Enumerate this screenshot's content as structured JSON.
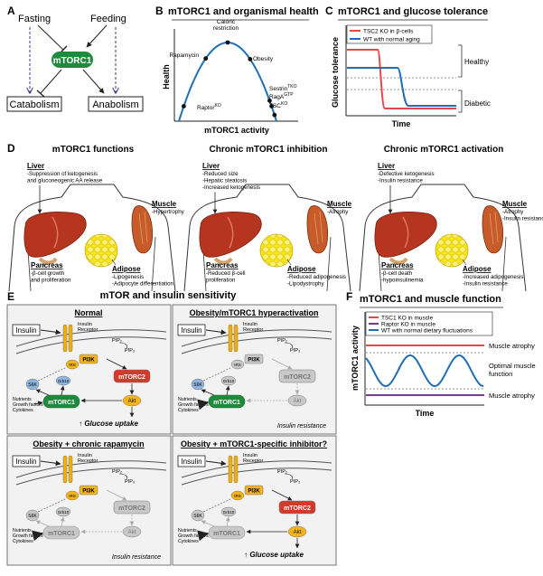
{
  "panelA": {
    "letter": "A",
    "fasting": "Fasting",
    "feeding": "Feeding",
    "mtorc1": "mTORC1",
    "catabolism": "Catabolism",
    "anabolism": "Anabolism",
    "color_mtorc1": "#1f8a3c"
  },
  "panelB": {
    "letter": "B",
    "title": "mTORC1 and organismal health",
    "ylabel": "Health",
    "xlabel": "mTORC1 activity",
    "points": [
      {
        "label": "Caloric",
        "label2": "restriction"
      },
      {
        "label": "Rapamycin"
      },
      {
        "label": "Obesity"
      },
      {
        "label": "Sestrin",
        "sup": "TKO"
      },
      {
        "label": "RagA",
        "sup": "GTP"
      },
      {
        "label": "TSC",
        "sup": "KO"
      },
      {
        "label": "Raptor",
        "sup": "KO"
      }
    ],
    "curve_color": "#1f6fb5"
  },
  "panelC": {
    "letter": "C",
    "title": "mTORC1 and glucose tolerance",
    "legend": [
      {
        "label": "TSC2 KO in β-cells",
        "color": "#e8474b"
      },
      {
        "label": "WT with normal aging",
        "color": "#1f6fb5"
      }
    ],
    "ylabel": "Glucose tolerance",
    "xlabel": "Time",
    "healthy": "Healthy",
    "diabetic": "Diabetic"
  },
  "panelD": {
    "letter": "D",
    "columns": [
      {
        "title": "mTORC1 functions",
        "liver_title": "Liver",
        "liver_lines": [
          "-Suppression of ketogenesis",
          "and gluconeogenic AA release"
        ],
        "muscle_title": "Muscle",
        "muscle_lines": [
          "-Hypertrophy"
        ],
        "pancreas_title": "Pancreas",
        "pancreas_lines": [
          "-β-cell growth",
          "and proliferation"
        ],
        "adipose_title": "Adipose",
        "adipose_lines": [
          "-Lipogenesis",
          "-Adipocyte differentiation"
        ]
      },
      {
        "title": "Chronic mTORC1 inhibition",
        "liver_title": "Liver",
        "liver_lines": [
          "-Reduced size",
          "-Hepatic steatosis",
          "-Increased ketogenesis"
        ],
        "muscle_title": "Muscle",
        "muscle_lines": [
          "-Atrophy"
        ],
        "pancreas_title": "Pancreas",
        "pancreas_lines": [
          "-Reduced β-cell",
          "proliferation"
        ],
        "adipose_title": "Adipose",
        "adipose_lines": [
          "-Reduced adipogenesis",
          "-Lipodystrophy"
        ]
      },
      {
        "title": "Chronic mTORC1 activation",
        "liver_title": "Liver",
        "liver_lines": [
          "-Defective ketogenesis",
          "-Insulin resistance"
        ],
        "muscle_title": "Muscle",
        "muscle_lines": [
          "-Atrophy",
          "-Insulin resistance"
        ],
        "pancreas_title": "Pancreas",
        "pancreas_lines": [
          "-β-cell death",
          "-hypoinsulinemia"
        ],
        "adipose_title": "Adipose",
        "adipose_lines": [
          "-Increased adipogenesis",
          "-Insulin resistance"
        ]
      }
    ]
  },
  "panelE": {
    "letter": "E",
    "title": "mTOR and insulin sensitivity",
    "insulin": "Insulin",
    "insulin_receptor": [
      "Insulin",
      "Receptor"
    ],
    "pip2": "PIP₂",
    "pip3": "PIP₃",
    "pi3k": "PI3K",
    "irs": "IRS",
    "grb10": "Grb10",
    "s6k": "S6K",
    "mtorc1": "mTORC1",
    "mtorc2": "mTORC2",
    "akt": "Akt",
    "nutrients": [
      "Nutrients",
      "Growth factors",
      "Cytokines"
    ],
    "quadrants": [
      {
        "title": "Normal",
        "outcome": "↑ Glucose uptake"
      },
      {
        "title": "Obesity/mTORC1 hyperactivation",
        "outcome": "Insulin resistance"
      },
      {
        "title": "Obesity + chronic rapamycin",
        "outcome": "Insulin resistance"
      },
      {
        "title": "Obesity + mTORC1-specific inhibitor?",
        "outcome": "↑ Glucose uptake"
      }
    ],
    "colors": {
      "yellow": "#f2b31c",
      "red": "#d33a2b",
      "green": "#1f8a3c",
      "blue": "#8fb4de",
      "gray": "#c8c8c8"
    }
  },
  "panelF": {
    "letter": "F",
    "title": "mTORC1 and muscle function",
    "legend": [
      {
        "label": "TSC1 KO in muscle",
        "color": "#e8474b"
      },
      {
        "label": "Raptor KO in muscle",
        "color": "#7a3d8f"
      },
      {
        "label": "WT with normal dietary fluctuations",
        "color": "#1f6fb5"
      }
    ],
    "ylabel": "mTORC1 activity",
    "xlabel": "Time",
    "zones": [
      "Muscle atrophy",
      "Optimal muscle",
      "function",
      "Muscle atrophy"
    ]
  }
}
